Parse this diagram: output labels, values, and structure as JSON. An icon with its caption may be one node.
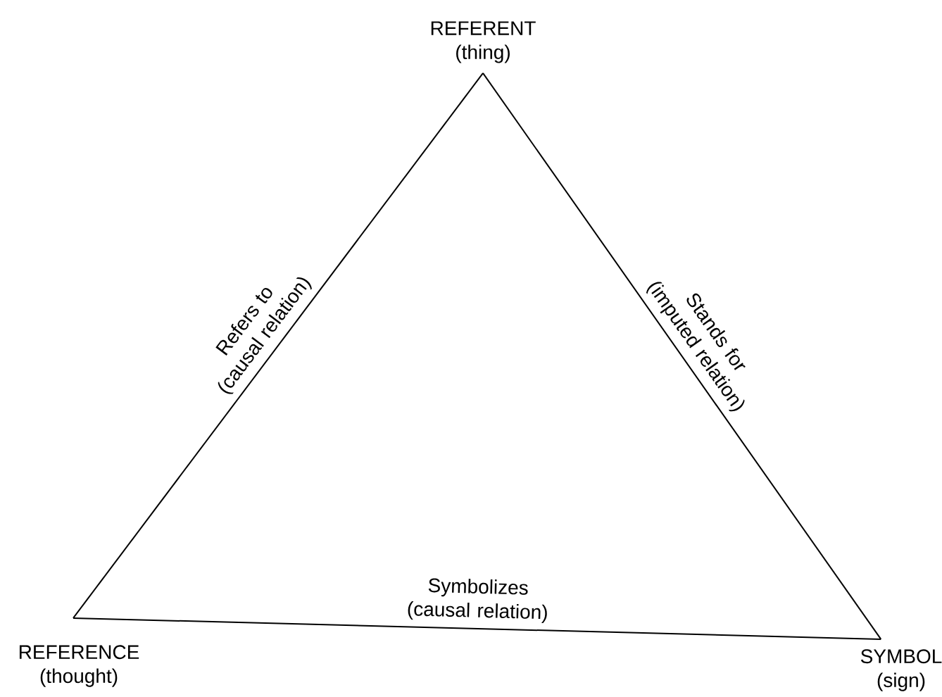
{
  "diagram": {
    "nodes": [
      {
        "text": [
          "REFERENT",
          "(thing)"
        ]
      },
      {
        "text": [
          "REFERENCE",
          "(thought)"
        ]
      },
      {
        "text": [
          "SYMBOL",
          "(sign)"
        ]
      }
    ],
    "edges": [
      {
        "from": 1,
        "to": 0,
        "arrow": "none",
        "label": "Refers to (causal relation)"
      },
      {
        "from": 0,
        "to": 2,
        "arrow": "none",
        "label": "Stands for (imputed relation)"
      },
      {
        "from": 1,
        "to": 2,
        "arrow": "none",
        "label": "Symbolizes (causal relation)"
      }
    ]
  }
}
